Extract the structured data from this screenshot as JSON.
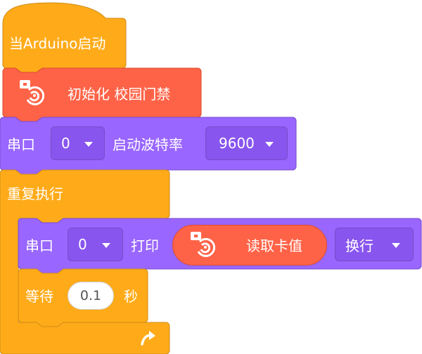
{
  "colors": {
    "control": "#ffab19",
    "control_border": "#cf8b17",
    "serial": "#9966ff",
    "serial_border": "#774dcb",
    "serial_dropdown": "#8855ee",
    "rfid": "#ff6347",
    "rfid_border": "#d94c32"
  },
  "hat": {
    "label": "当Arduino启动"
  },
  "init_block": {
    "icon": "rfid-icon",
    "label": "初始化 校园门禁"
  },
  "serial_begin": {
    "label_serial": "串口",
    "port_value": "0",
    "label_baud": "启动波特率",
    "baud_value": "9600"
  },
  "forever": {
    "label": "重复执行",
    "loop_icon": "loop-arrow-icon"
  },
  "serial_print": {
    "label_serial": "串口",
    "port_value": "0",
    "label_print": "打印",
    "reporter_icon": "rfid-icon",
    "reporter_label": "读取卡值",
    "newline_value": "换行"
  },
  "wait": {
    "label": "等待",
    "value": "0.1",
    "unit": "秒"
  }
}
